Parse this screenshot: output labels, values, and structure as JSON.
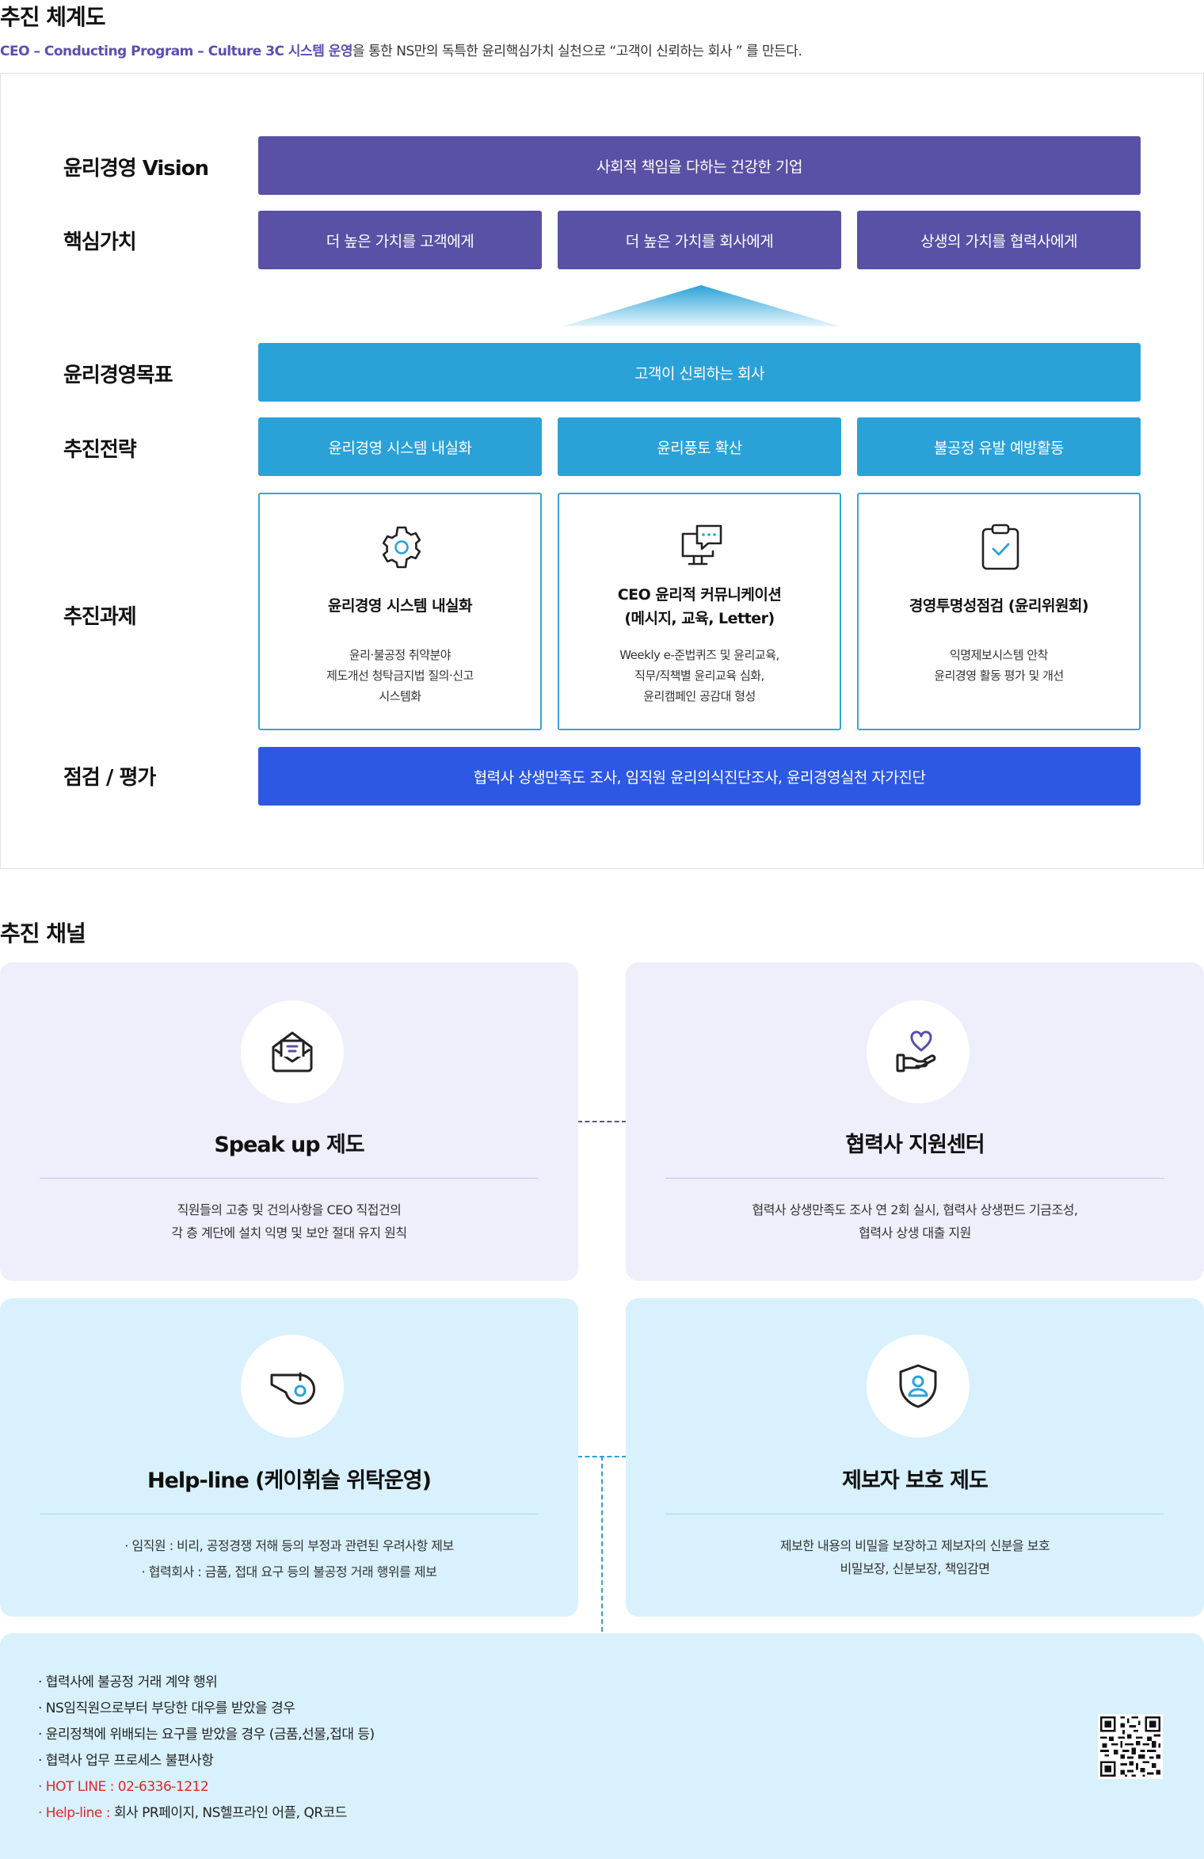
{
  "section1": {
    "title": "추진 체계도",
    "subtitle_accent": "CEO – Conducting Program – Culture 3C 시스템 운영",
    "subtitle_rest": "을 통한 NS만의 독특한 윤리핵심가치 실천으로 “고객이 신뢰하는 회사 ” 를 만든다."
  },
  "rows": {
    "vision": {
      "label": "윤리경영 Vision",
      "value": "사회적 책임을 다하는 건강한 기업"
    },
    "core_values": {
      "label": "핵심가치",
      "items": [
        "더 높은 가치를 고객에게",
        "더 높은 가치를 회사에게",
        "상생의 가치를 협력사에게"
      ]
    },
    "goal": {
      "label": "윤리경영목표",
      "value": "고객이 신뢰하는 회사"
    },
    "strategy": {
      "label": "추진전략",
      "items": [
        "윤리경영 시스템 내실화",
        "윤리풍토 확산",
        "불공정 유발 예방활동"
      ]
    },
    "tasks": {
      "label": "추진과제",
      "items": [
        {
          "icon": "gear-icon",
          "title": [
            "윤리경영 시스템 내실화"
          ],
          "desc": [
            "윤리·불공정 취약분야",
            "제도개선 청탁금지법 질의·신고",
            "시스템화"
          ]
        },
        {
          "icon": "monitor-chat-icon",
          "title": [
            "CEO 윤리적 커뮤니케이션",
            "(메시지, 교육, Letter)"
          ],
          "desc": [
            "Weekly e-준법퀴즈 및 윤리교육,",
            "직무/직책별 윤리교육 심화,",
            "윤리캠페인 공감대 형성"
          ]
        },
        {
          "icon": "clipboard-check-icon",
          "title": [
            "경영투명성점검 (윤리위원회)"
          ],
          "desc": [
            "익명제보시스템 안착",
            "윤리경영 활동 평가 및 개선"
          ]
        }
      ]
    },
    "evaluation": {
      "label": "점검 / 평가",
      "value": "협력사 상생만족도 조사, 임직원 윤리의식진단조사, 윤리경영실천 자가진단"
    }
  },
  "section2": {
    "title": "추진 채널"
  },
  "channels": {
    "speakup": {
      "icon": "envelope-icon",
      "title": "Speak up 제도",
      "desc": [
        "직원들의 고충 및 건의사항을 CEO 직접건의",
        "각 층 계단에 설치 익명 및 보안 절대 유지 원칙"
      ]
    },
    "partner": {
      "icon": "heart-hand-icon",
      "title": "협력사 지원센터",
      "desc": [
        "협력사 상생만족도 조사 연 2회 실시, 협력사 상생펀드 기금조성,",
        "협력사 상생 대출 지원"
      ]
    },
    "helpline": {
      "icon": "whistle-icon",
      "title": "Help-line (케이휘슬 위탁운영)",
      "desc": [
        "· 임직원 : 비리, 공정경쟁 저해 등의 부정과 관련된 우려사항 제보",
        "· 협력회사 : 금품, 접대 요구 등의 불공정 거래 행위를 제보"
      ]
    },
    "protect": {
      "icon": "shield-user-icon",
      "title": "제보자 보호 제도",
      "desc": [
        "제보한 내용의 비밀을 보장하고 제보자의 신분을 보호",
        "비밀보장, 신분보장, 책임감면"
      ]
    }
  },
  "report_info": {
    "items": [
      "· 협력사에 불공정 거래 계약 행위",
      "· NS임직원으로부터 부당한 대우를 받았을 경우",
      "· 윤리정책에 위배되는 요구를 받았을 경우 (금품,선물,접대 등)",
      "· 협력사 업무 프로세스 불편사항"
    ],
    "hotline_label": "· HOT LINE : 02-6336-1212",
    "helpline_label": "· Help-line :",
    "helpline_value": " 회사 PR페이지, NS헬프라인 어플, QR코드"
  },
  "colors": {
    "purple": "#5951a6",
    "sky": "#2aa2d8",
    "royal": "#2c58e3",
    "lavender": "#efeefb",
    "light_blue": "#d8f1fc",
    "accent_text": "#5a4fb0",
    "hotline_red": "#e0262c"
  }
}
